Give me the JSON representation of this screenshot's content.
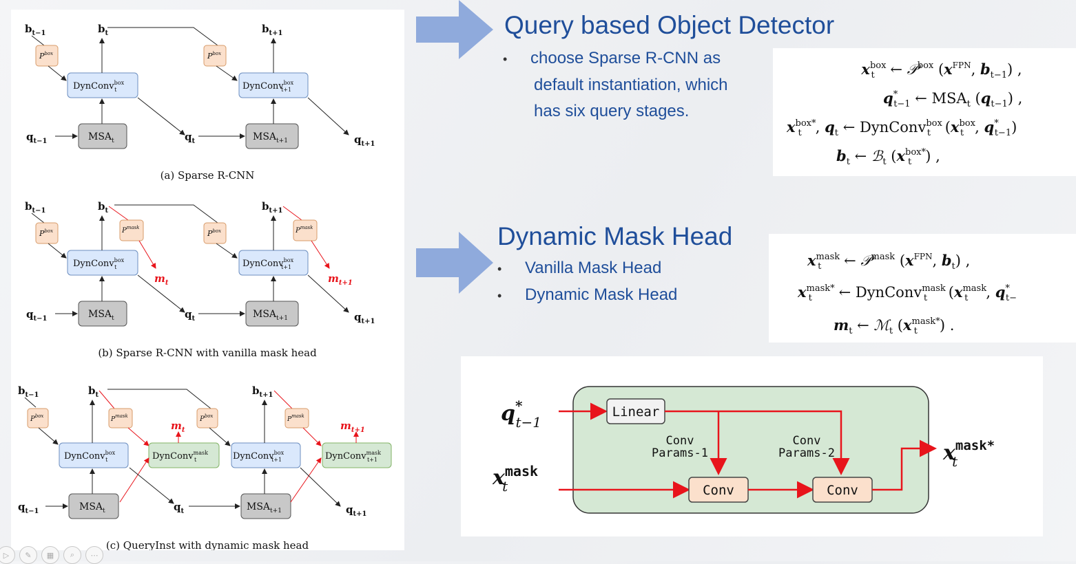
{
  "diagram": {
    "a": {
      "caption": "(a) Sparse R-CNN",
      "b_prev": "b",
      "b_prev_sub": "t−1",
      "b_cur": "b",
      "b_cur_sub": "t",
      "b_next": "b",
      "b_next_sub": "t+1",
      "pbox": "P",
      "pbox_sup": "box",
      "dyn1": "DynConv",
      "dyn1_sup": "box",
      "dyn1_sub": "t",
      "dyn2": "DynConv",
      "dyn2_sup": "box",
      "dyn2_sub": "t+1",
      "msa1": "MSA",
      "msa1_sub": "t",
      "msa2": "MSA",
      "msa2_sub": "t+1",
      "q_prev": "q",
      "q_prev_sub": "t−1",
      "q_cur": "q",
      "q_cur_sub": "t",
      "q_next": "q",
      "q_next_sub": "t+1"
    },
    "b": {
      "caption": "(b) Sparse R-CNN with vanilla mask head",
      "pmask": "P",
      "pmask_sup": "mask",
      "m_cur": "m",
      "m_cur_sub": "t",
      "m_next": "m",
      "m_next_sub": "t+1"
    },
    "c": {
      "caption": "(c) QueryInst with dynamic mask head",
      "dynm1_sup": "mask",
      "dynm1_sub": "t",
      "dynm2_sup": "mask",
      "dynm2_sub": "t+1"
    }
  },
  "section1": {
    "title": "Query based Object Detector",
    "bullet_line1": "choose Sparse R-CNN as",
    "bullet_line2": "default instantiation, which",
    "bullet_line3": "has six query stages.",
    "eq1": "x_t^box ← P^box (x^FPN, b_{t−1}) ,",
    "eq2": "q*_{t−1} ← MSA_t (q_{t−1}) ,",
    "eq3": "x_t^box*, q_t ← DynConv_t^box (x_t^box, q*_{t−1})",
    "eq4": "b_t ← B_t (x_t^box*) ,"
  },
  "section2": {
    "title": "Dynamic Mask Head",
    "bullets": [
      "Vanilla Mask Head",
      "Dynamic Mask Head"
    ],
    "eq1": "x_t^mask ← P^mask (x^FPN, b_t) ,",
    "eq2": "x_t^mask* ← DynConv_t^mask (x_t^mask, q*_{t−",
    "eq3": "m_t ← M_t (x_t^mask*) ."
  },
  "mask_head": {
    "input_q": "q",
    "input_q_sup": "*",
    "input_q_sub": "t−1",
    "input_x": "x",
    "input_x_sup": "mask",
    "input_x_sub": "t",
    "output_x": "x",
    "output_x_sup": "mask*",
    "output_x_sub": "t",
    "linear": "Linear",
    "params1_line1": "Conv",
    "params1_line2": "Params-1",
    "params2_line1": "Conv",
    "params2_line2": "Params-2",
    "conv1": "Conv",
    "conv2": "Conv"
  },
  "colors": {
    "title_blue": "#1f4e9a",
    "arrow_blue": "#8faadc",
    "dyn_fill": "#dae8fc",
    "dyn_stroke": "#6c8ebf",
    "p_fill": "#fbe0cc",
    "p_stroke": "#d79b6a",
    "msa_fill": "#c8c8c8",
    "green_fill": "#d5e8d4",
    "red": "#e8141b"
  },
  "toolbar_icons": [
    "play-icon",
    "pen-icon",
    "slides-icon",
    "zoom-icon",
    "more-icon"
  ]
}
